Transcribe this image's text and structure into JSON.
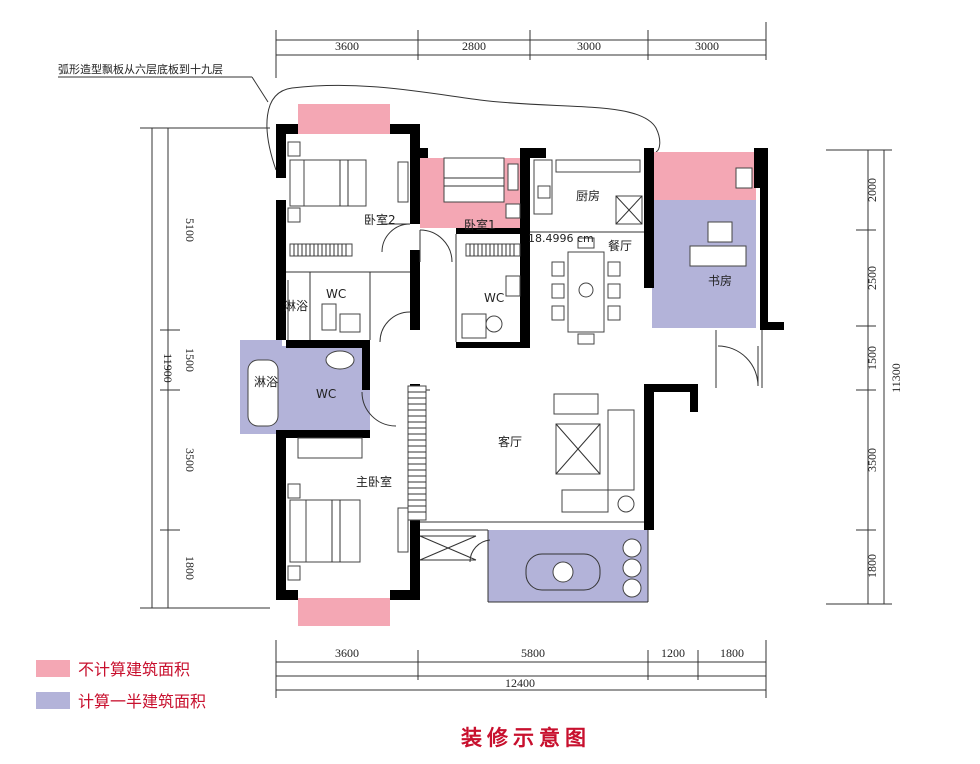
{
  "annotation": "弧形造型飘板从六层底板到十九层",
  "dimensions": {
    "top": [
      "3600",
      "2800",
      "3000",
      "3000"
    ],
    "bottom": [
      "3600",
      "5800",
      "1200",
      "1800"
    ],
    "bottom_total": "12400",
    "left": [
      "5100",
      "1500",
      "3500",
      "1800"
    ],
    "left_total": "11900",
    "right": [
      "2000",
      "2500",
      "1500",
      "3500",
      "1800"
    ],
    "right_total": "11300"
  },
  "rooms": {
    "bedroom2": "卧室2",
    "bedroom1": "卧室1",
    "kitchen": "厨房",
    "dining": "餐厅",
    "study": "书房",
    "shower_upper": "淋浴",
    "wc_upper_left": "WC",
    "wc_upper_mid": "WC",
    "shower_lower": "淋浴",
    "wc_lower": "WC",
    "living": "客厅",
    "master_bedroom": "主卧室"
  },
  "elevation_mark": "18.4996 cm",
  "legend": [
    {
      "label": "不计算建筑面积",
      "color": "#f4a7b4"
    },
    {
      "label": "计算一半建筑面积",
      "color": "#b3b3d9"
    }
  ],
  "title": "装修示意图",
  "colors": {
    "excluded_area": "#f4a7b4",
    "half_area": "#b3b3d9",
    "accent": "#c8102e"
  }
}
